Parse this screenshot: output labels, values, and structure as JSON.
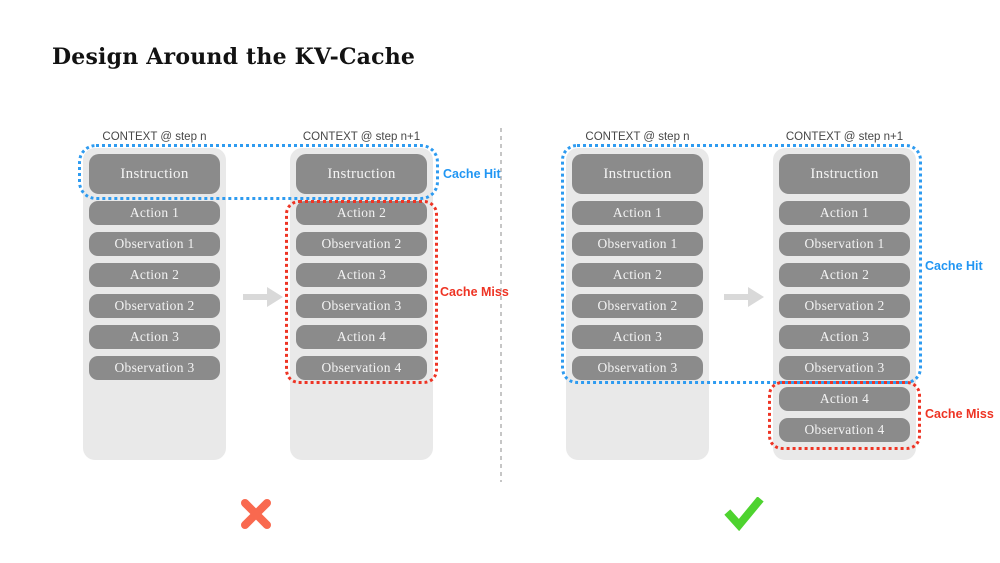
{
  "title": "Design Around the KV-Cache",
  "colors": {
    "box_gray": "#8b8b8b",
    "column_bg": "#e9e9e9",
    "cache_hit_blue": "#2e9bf0",
    "cache_miss_red": "#ee3424",
    "cross_red": "#f9694f",
    "check_green": "#4ed32f",
    "arrow_gray": "#d9d9d9"
  },
  "left_panel": {
    "step_n": {
      "header": "CONTEXT @ step n",
      "boxes": [
        "Instruction",
        "Action 1",
        "Observation 1",
        "Action 2",
        "Observation 2",
        "Action 3",
        "Observation 3"
      ]
    },
    "step_n1": {
      "header": "CONTEXT @ step n+1",
      "boxes": [
        "Instruction",
        "Action 2",
        "Observation 2",
        "Action 3",
        "Observation 3",
        "Action 4",
        "Observation 4"
      ]
    },
    "cache_hit": "Cache Hit",
    "cache_miss": "Cache Miss",
    "verdict": "cross"
  },
  "right_panel": {
    "step_n": {
      "header": "CONTEXT @ step n",
      "boxes": [
        "Instruction",
        "Action 1",
        "Observation 1",
        "Action 2",
        "Observation 2",
        "Action 3",
        "Observation 3"
      ]
    },
    "step_n1": {
      "header": "CONTEXT @ step n+1",
      "boxes": [
        "Instruction",
        "Action 1",
        "Observation 1",
        "Action 2",
        "Observation 2",
        "Action 3",
        "Observation 3",
        "Action 4",
        "Observation 4"
      ]
    },
    "cache_hit": "Cache Hit",
    "cache_miss": "Cache Miss",
    "verdict": "check"
  }
}
